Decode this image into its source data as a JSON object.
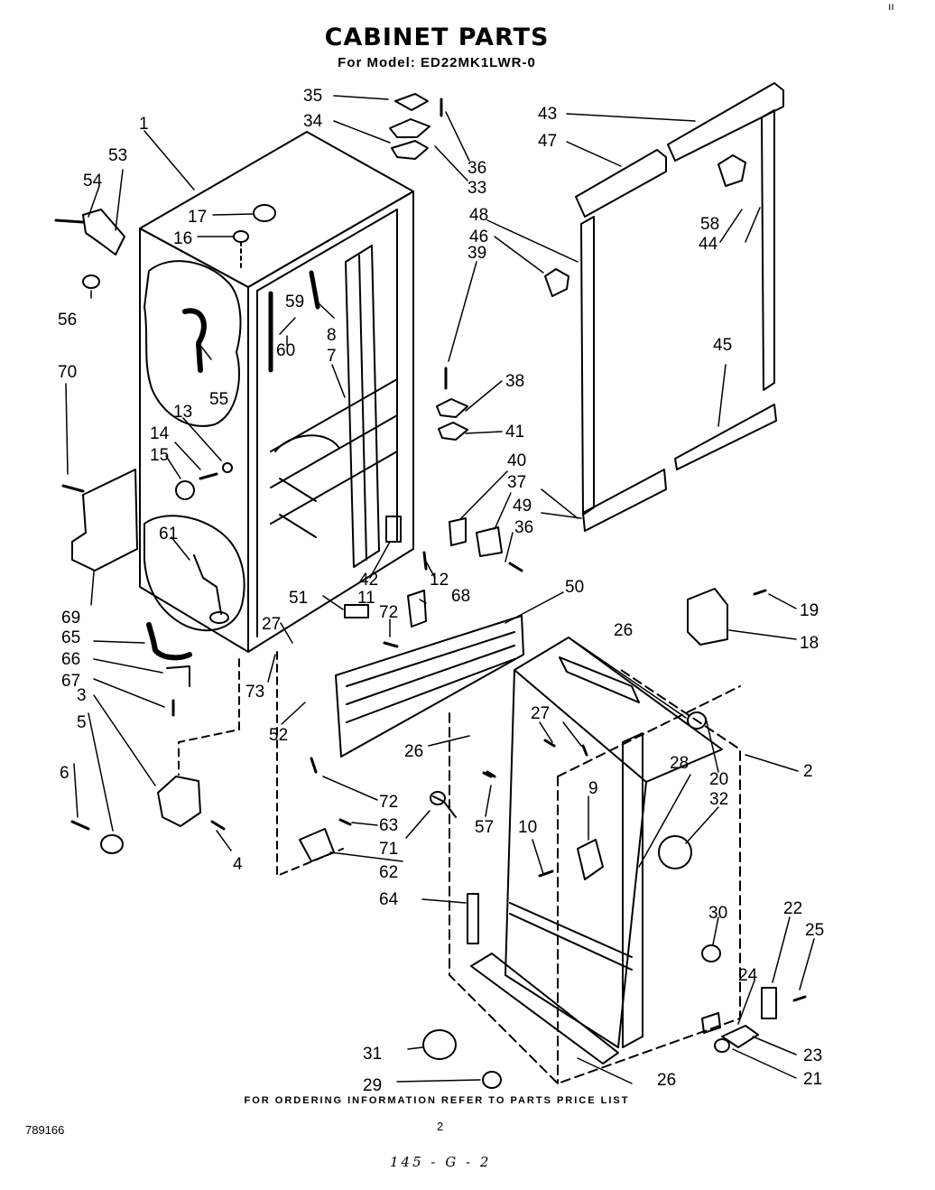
{
  "header": {
    "title": "CABINET PARTS",
    "subtitle": "For Model: ED22MK1LWR-0"
  },
  "footer": {
    "ordering_note": "FOR ORDERING INFORMATION REFER TO PARTS PRICE LIST",
    "page_number": "2",
    "document_number": "789166",
    "handwritten_note": "145 - G - 2",
    "corner_mark": "ıı"
  },
  "diagram": {
    "part_callouts": [
      "1",
      "2",
      "3",
      "4",
      "5",
      "6",
      "7",
      "8",
      "9",
      "10",
      "11",
      "12",
      "13",
      "14",
      "15",
      "16",
      "17",
      "18",
      "19",
      "20",
      "21",
      "22",
      "23",
      "24",
      "25",
      "26",
      "26",
      "26",
      "27",
      "27",
      "28",
      "29",
      "30",
      "31",
      "32",
      "33",
      "34",
      "35",
      "36",
      "36",
      "37",
      "38",
      "39",
      "40",
      "41",
      "42",
      "43",
      "44",
      "45",
      "46",
      "47",
      "48",
      "49",
      "50",
      "51",
      "52",
      "53",
      "54",
      "55",
      "56",
      "57",
      "58",
      "59",
      "60",
      "61",
      "62",
      "63",
      "64",
      "65",
      "66",
      "67",
      "68",
      "69",
      "70",
      "71",
      "72",
      "72",
      "73"
    ]
  }
}
